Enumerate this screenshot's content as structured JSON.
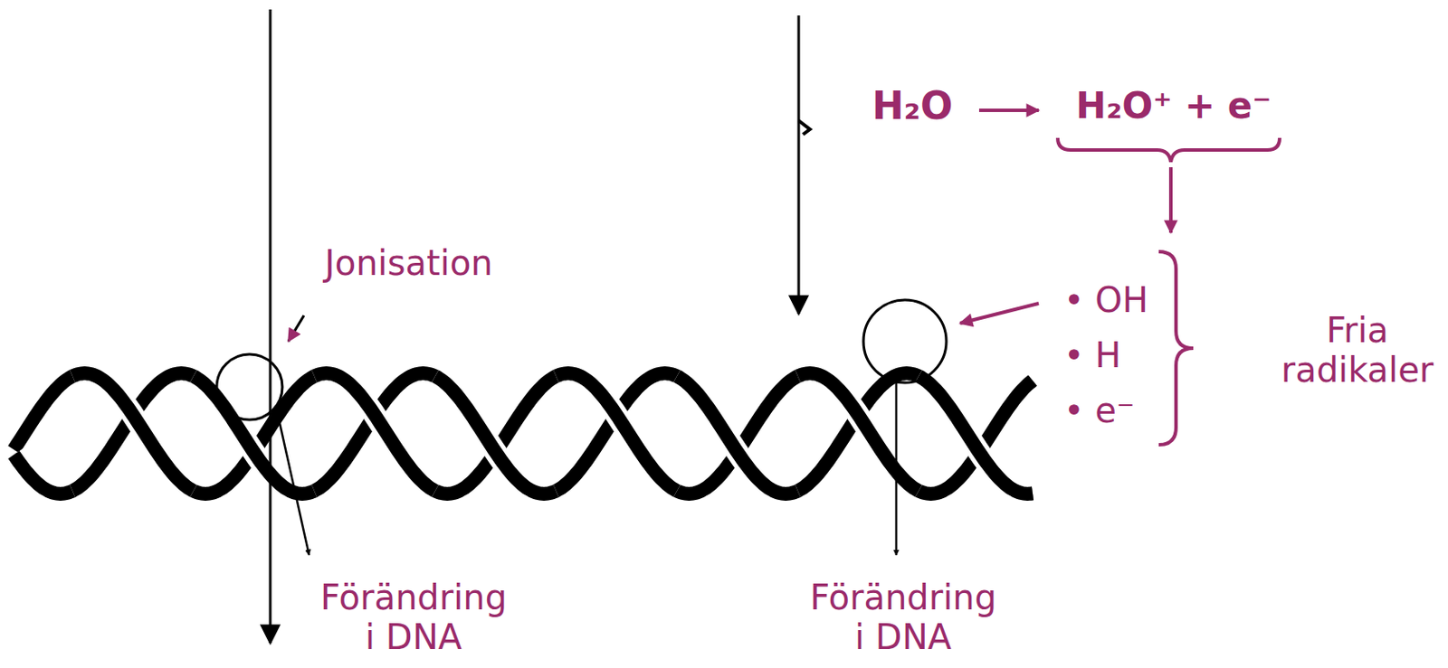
{
  "diagram": {
    "labels": [
      "H₂O",
      "H₂O⁺ + e⁻",
      "Jonisation",
      "• OH",
      "• H",
      "• e⁻",
      "Fria radikaler",
      "Förändring i DNA",
      "Förändring i DNA"
    ]
  }
}
